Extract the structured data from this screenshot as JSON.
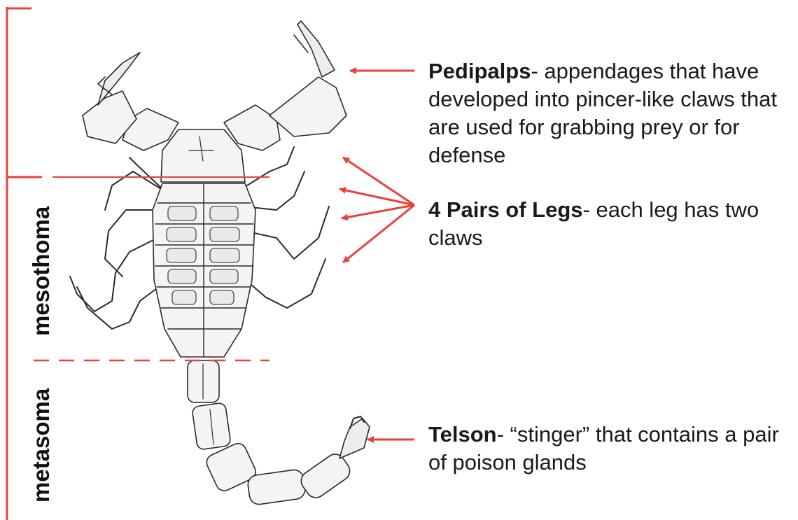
{
  "colors": {
    "accent": "#e8423b",
    "ink": "#2a2a2a",
    "text": "#1a1a1a"
  },
  "regions": {
    "mesothoma": "mesothoma",
    "metasoma": "metasoma"
  },
  "callouts": {
    "pedipalps": {
      "term": "Pedipalps",
      "description": "- appendages that have developed into pincer-like claws that are used for grabbing prey or for defense"
    },
    "legs": {
      "term": "4 Pairs of Legs",
      "description": "- each leg has two claws"
    },
    "telson": {
      "term": "Telson",
      "description": "- “stinger” that contains a pair of poison glands"
    }
  }
}
